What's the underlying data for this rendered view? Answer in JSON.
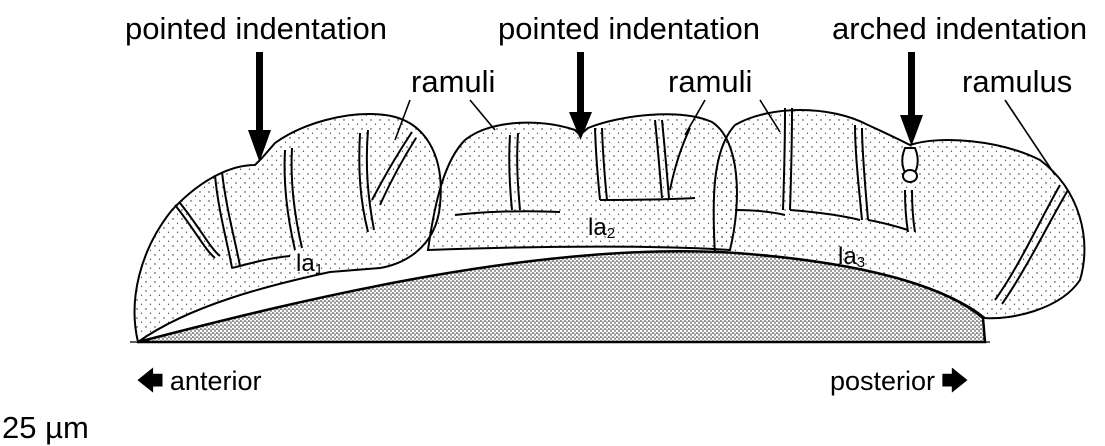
{
  "labels": {
    "indent_1": "pointed indentation",
    "indent_2": "pointed indentation",
    "indent_3": "arched indentation",
    "ramuli_1": "ramuli",
    "ramuli_2": "ramuli",
    "ramulus": "ramulus",
    "lobe_1_main": "la",
    "lobe_1_sub": "1",
    "lobe_2_main": "la",
    "lobe_2_sub": "2",
    "lobe_3_main": "la",
    "lobe_3_sub": "3",
    "anterior": "anterior",
    "posterior": "posterior",
    "scale": "25 µm"
  },
  "icons": {
    "indicator": "down-arrow-icon",
    "left": "left-arrow-icon",
    "right": "right-arrow-icon"
  },
  "colors": {
    "ink": "#000000",
    "paper": "#ffffff",
    "stipple": "#1a1a1a"
  }
}
